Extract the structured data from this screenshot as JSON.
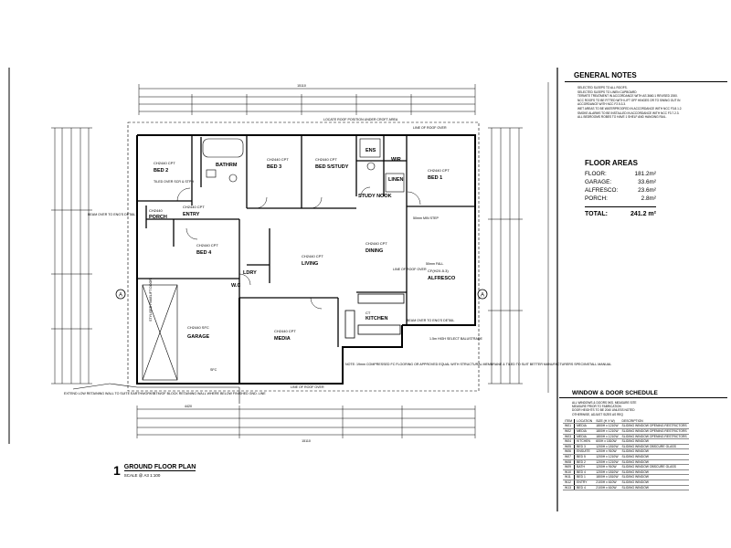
{
  "rooms": {
    "bed2": {
      "name": "BED 2",
      "code": "CH2440 CPT"
    },
    "bath": {
      "name": "BATHRM",
      "code": "CH2440"
    },
    "bed3": {
      "name": "BED 3",
      "code": "CH2440 CPT"
    },
    "bed5": {
      "name": "BED 5/STUDY",
      "code": "CH2440 CPT"
    },
    "ens": {
      "name": "ENS",
      "code": ""
    },
    "wir": {
      "name": "WIR",
      "code": ""
    },
    "bed1": {
      "name": "BED 1",
      "code": "CH2440 CPT"
    },
    "linen": {
      "name": "LINEN",
      "code": ""
    },
    "study_nook": {
      "name": "STUDY NOOK",
      "code": ""
    },
    "porch": {
      "name": "PORCH",
      "code": "CH2440"
    },
    "entry": {
      "name": "ENTRY",
      "code": "CH2440 CPT"
    },
    "bed4": {
      "name": "BED 4",
      "code": "CH2440 CPT"
    },
    "ldry": {
      "name": "LDRY",
      "code": ""
    },
    "living": {
      "name": "LIVING",
      "code": "CH2440 CPT"
    },
    "dining": {
      "name": "DINING",
      "code": "CH2440 CPT"
    },
    "alfresco": {
      "name": "ALFRESCO",
      "code": "CF(H2X-5.3)"
    },
    "kitchen": {
      "name": "KITCHEN",
      "code": "CT"
    },
    "garage": {
      "name": "GARAGE",
      "code": "CH2440 SFC"
    },
    "media": {
      "name": "MEDIA",
      "code": "CH2440 CPT"
    },
    "wc": {
      "name": "W.C",
      "code": ""
    }
  },
  "annotations": {
    "top_dim": "15110",
    "locate_roof": "LOCATE ROOF POSITION UNDER CROFT AREA",
    "line_of_roof_over": "LINE OF ROOF OVER",
    "line_of_roof_over_2": "LINE OF ROOF OVER",
    "line_of_roof_over_3": "LINE OF ROOF OVER",
    "beam_over": "BEAM OVER TO ENG'S DETAIL",
    "beam_over_2": "BEAM OVER TO ENG'S DETAIL",
    "step": "50mm MIN STEP",
    "roof_step": "50mm FALL",
    "high_select": "1.5m HIGH SELECT BALUSTRADE",
    "garage_door": "STYLISED PANELIFT DOOR",
    "sfc": "SFC",
    "retaining": "EXTEND LOW RETAINING WALL TO SUITE EARTHWORKS",
    "block_retaining": "BTM/OF BLOCK RETAINING WALL WHERE BELOW FINISHED GND. LINE",
    "bottom_dim_1": "4420",
    "bottom_dim_total": "15110",
    "compressed_note": "NOTE: 19mm COMPRESSED FC FLOORING OR APPROVED EQUAL WITH STRUCTURAL MEMBRANE & TILED TO SUIT BETTER MANUFACTURERS SPEC/INSTALL MANUAL",
    "tiled_over": "TILED OVER SCR & STPH",
    "section_a": "A"
  },
  "general_notes": {
    "title": "GENERAL NOTES",
    "lines": [
      "SELECTED SLEEPS TO ALL ROOFS.",
      "SELECTED SLEEPS TO LINEN CUPBOARD",
      "TERMITE TREATMENT IN ACCORDANCE WITH AS 3660.1 REVISED 2000.",
      "NCC ROOFS TO BE FITTED WITH LIFT OFF HINGES OR TO SWING OUT IN",
      "ACCORDANCE WITH NCC F2.5.3.3.",
      "WET AREAS TO BE WATERPROOFED IN ACCORDANCE WITH NCC F3.8.1.2.",
      "SMOKE ALARMS TO BE INSTALLED IN ACCORDANCE WITH NCC F3.7.2.3.",
      "ALL BEDROOMS ROBES TO HAVE 1 SHELF AND HANGING RAIL."
    ]
  },
  "floor_areas": {
    "title": "FLOOR AREAS",
    "rows": [
      {
        "label": "FLOOR:",
        "value": "181.2m²"
      },
      {
        "label": "GARAGE:",
        "value": "33.6m²"
      },
      {
        "label": "ALFRESCO:",
        "value": "23.6m²"
      },
      {
        "label": "PORCH:",
        "value": "2.8m²"
      }
    ],
    "total_label": "TOTAL:",
    "total_value": "241.2 m²"
  },
  "window_schedule": {
    "title": "WINDOW & DOOR SCHEDULE",
    "header_lines": [
      "ALL WINDOWS & DOORS 5KS. MEASURE SITE",
      "MEASURE PRIOR TO FABRICATION",
      "DOOR HEIGHTS TO BE 2040 UNLESS NOTED",
      "OTHERWISE, ADJUST SIZES AS REQ"
    ],
    "columns": [
      "ITEM",
      "LOCATION",
      "SIZE (H X W)",
      "DESCRIPTION"
    ],
    "rows": [
      [
        "W01",
        "MEDIA",
        "1800H x 1210W",
        "SLIDING WINDOW OPENING RESTRICTORS"
      ],
      [
        "W02",
        "MEDIA",
        "1800H x 1210W",
        "SLIDING WINDOW OPENING RESTRICTORS"
      ],
      [
        "W03",
        "MEDIA",
        "1800H x 1210W",
        "SLIDING WINDOW OPENING RESTRICTORS"
      ],
      [
        "W04",
        "KITCHEN",
        "600H x 1810W",
        "SLIDING WINDOW"
      ],
      [
        "W05",
        "BED 3",
        "1200H x 1810W",
        "SLIDING WINDOW OBSCURE GLASS"
      ],
      [
        "W06",
        "ENSUITE",
        "1200H x 910W",
        "SLIDING WINDOW"
      ],
      [
        "W07",
        "BED 5",
        "1200H x 1210W",
        "SLIDING WINDOW"
      ],
      [
        "W08",
        "BED 2",
        "1200H x 1210W",
        "SLIDING WINDOW"
      ],
      [
        "W09",
        "BATH",
        "1200H x 910W",
        "SLIDING WINDOW OBSCURE GLASS"
      ],
      [
        "W10",
        "BED 4",
        "1200H x 1810W",
        "SLIDING WINDOW"
      ],
      [
        "W11",
        "BED 1",
        "1800H x 1810W",
        "SLIDING WINDOW"
      ],
      [
        "W12",
        "ENTRY",
        "2100H x 610W",
        "SLIDING WINDOW"
      ],
      [
        "W13",
        "BED 4",
        "2100H x 610W",
        "SLIDING WINDOW"
      ]
    ]
  },
  "plan_title": {
    "number": "1",
    "name": "GROUND FLOOR PLAN",
    "scale": "SCALE @ A3 1:100"
  }
}
